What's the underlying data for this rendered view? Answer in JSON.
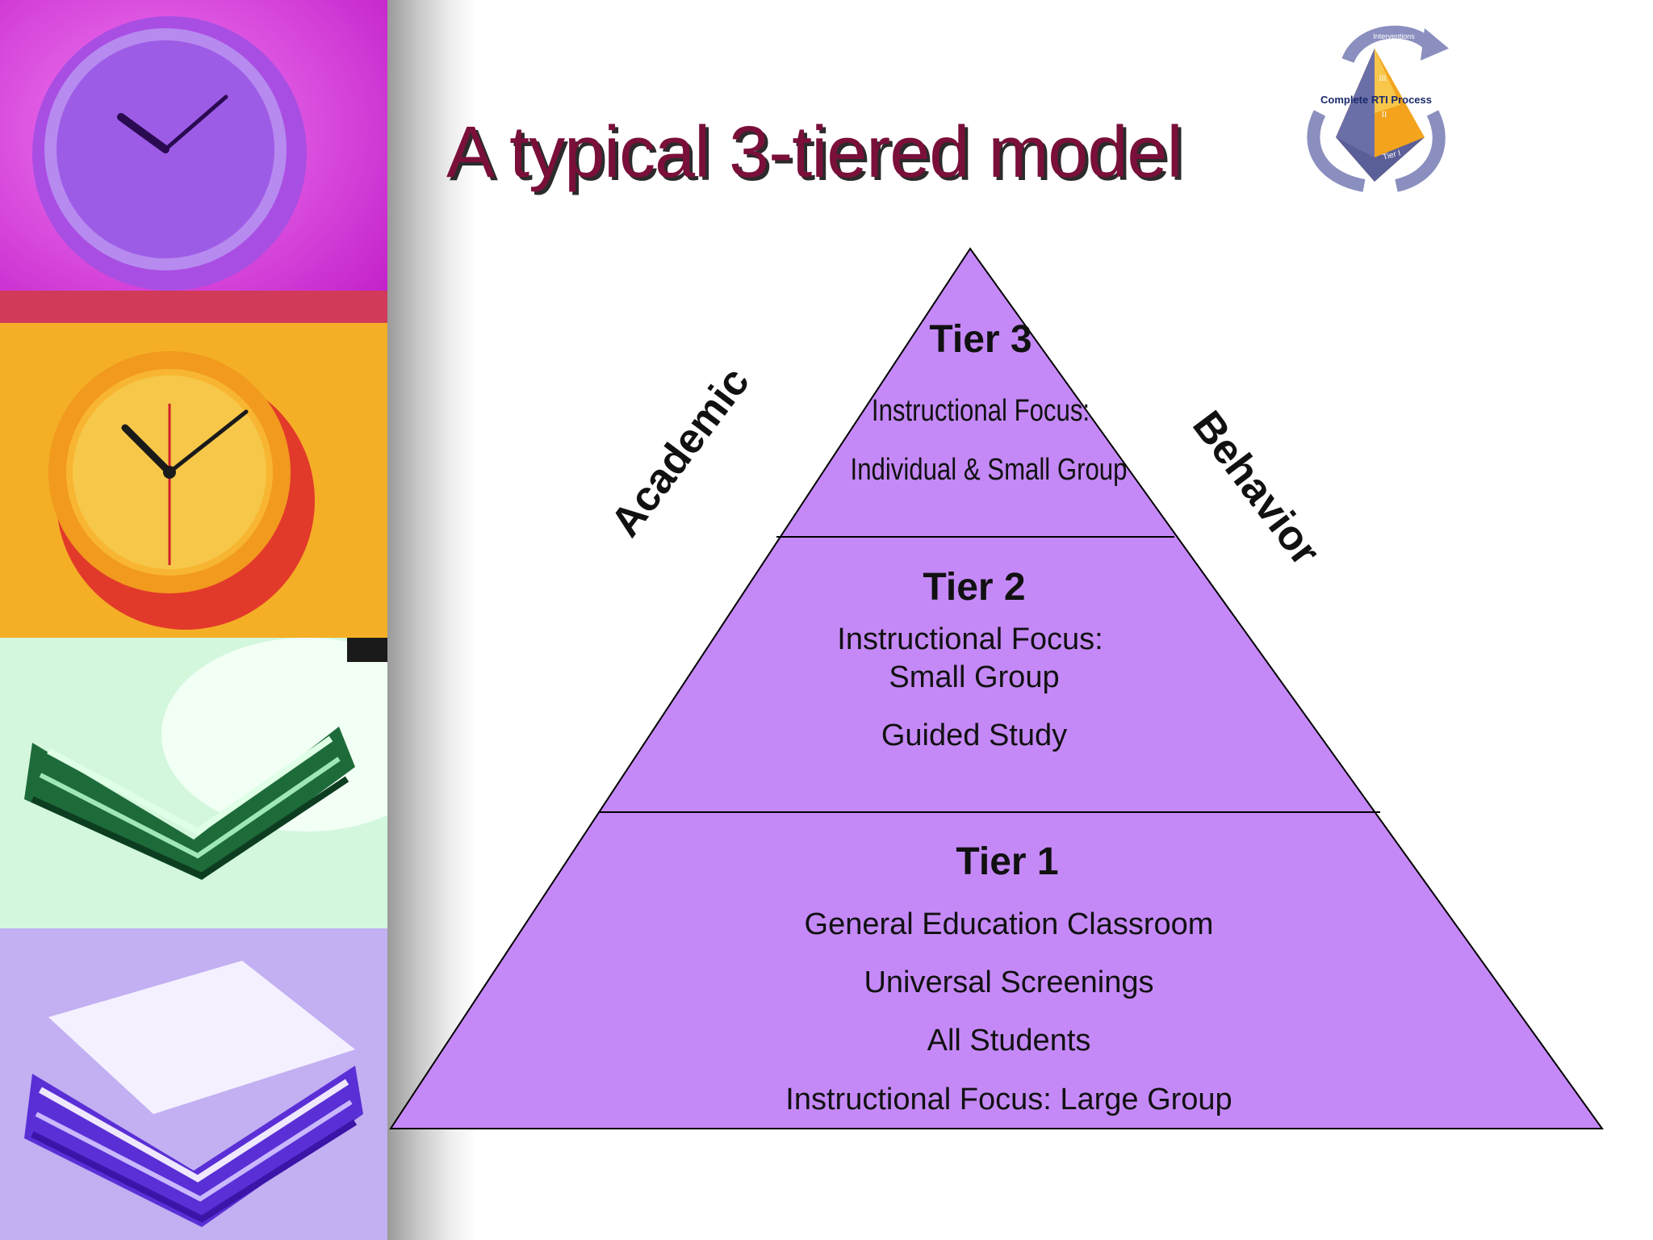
{
  "slide": {
    "title": "A typical 3-tiered model",
    "logo": {
      "caption": "Complete RTI Process",
      "arrow_top": "Interventions",
      "tiers": [
        "III",
        "II",
        "Tier I"
      ],
      "icon": "rti-pyramid-cycle-logo"
    }
  },
  "pyramid": {
    "fill": "#c589f7",
    "tiers": [
      {
        "title": "Tier 3",
        "lines": [
          "Instructional Focus:",
          "Individual & Small Group"
        ]
      },
      {
        "title": "Tier 2",
        "lines": [
          "Instructional Focus:",
          "Small Group",
          "Guided Study"
        ]
      },
      {
        "title": "Tier 1",
        "lines": [
          "General Education Classroom",
          "Universal Screenings",
          "All Students",
          "Instructional Focus:  Large Group"
        ]
      }
    ],
    "left_label": "Academic",
    "right_label": "Behavior"
  },
  "sidebar": {
    "images": [
      "purple-clock-photo",
      "orange-clock-photo",
      "green-books-photo",
      "violet-books-photo"
    ],
    "colors": [
      "#d24fd9",
      "#f3b62a",
      "#c9f7d8",
      "#b9a4f2"
    ]
  }
}
